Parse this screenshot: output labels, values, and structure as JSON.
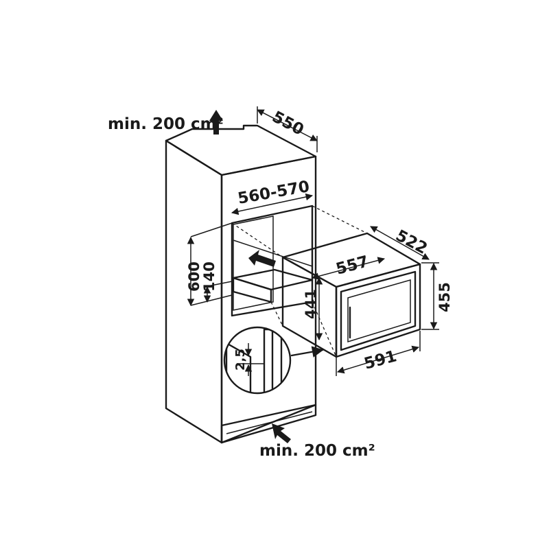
{
  "labels": {
    "vent_top": "min. 200 cm²",
    "vent_bottom": "min. 200 cm²",
    "niche_depth": "550",
    "niche_width": "560-570",
    "niche_height": "600",
    "floor_height": "140",
    "appliance_width": "557",
    "appliance_depth": "522",
    "appliance_height": "441",
    "appliance_outer_height": "455",
    "appliance_front_width": "591",
    "gap": "2,5"
  },
  "colors": {
    "line": "#1a1a1a",
    "cabinet_fill": "#e6e6e6",
    "shelf_fill": "#d4d4d4",
    "white": "#ffffff"
  }
}
